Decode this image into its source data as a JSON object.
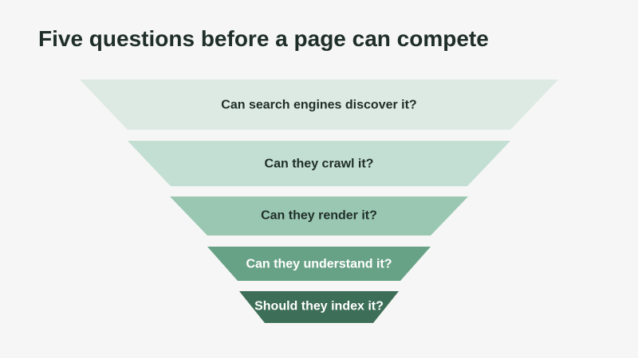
{
  "slide": {
    "title": "Five questions before a page can compete"
  },
  "funnel": {
    "layers": [
      {
        "label": "Can search engines discover it?",
        "fill": "#dde9e3",
        "text_color": "#1f2e29"
      },
      {
        "label": "Can they crawl it?",
        "fill": "#c3ded2",
        "text_color": "#1f2e29"
      },
      {
        "label": "Can they render it?",
        "fill": "#9ac7b2",
        "text_color": "#1f2e29"
      },
      {
        "label": "Can they understand it?",
        "fill": "#68a286",
        "text_color": "#ffffff"
      },
      {
        "label": "Should they index it?",
        "fill": "#3d6e57",
        "text_color": "#ffffff"
      }
    ]
  }
}
